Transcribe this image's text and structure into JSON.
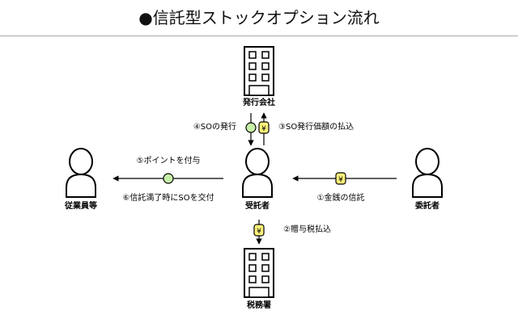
{
  "title": "●信託型ストックオプション流れ",
  "nodes": {
    "issuer": "発行会社",
    "trustee": "受託者",
    "employees": "従業員等",
    "settlor": "委託者",
    "tax_office": "税務署"
  },
  "flows": {
    "so_issue": "④SOの発行",
    "so_price": "③SO発行価額の払込",
    "points": "⑤ポイントを付与",
    "so_delivery": "⑥信託満了時にSOを交付",
    "money_trust": "①金銭の信託",
    "gift_tax": "②贈与税払込"
  },
  "coin_symbol": "¥",
  "colors": {
    "green_coin": "#c6efa8",
    "yen_coin": "#fff27a",
    "stroke": "#000000"
  }
}
